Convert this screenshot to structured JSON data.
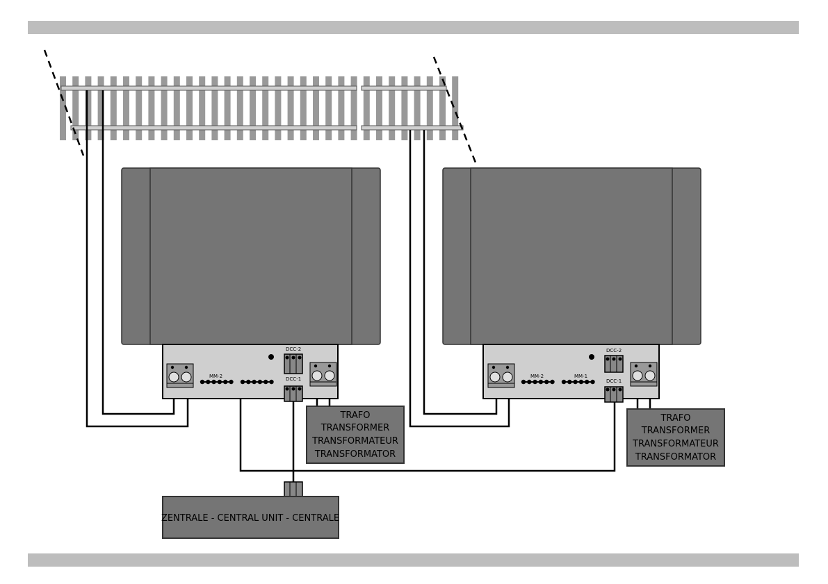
{
  "modules": [
    {
      "connector_labels": [
        "DCC-2",
        "DCC-1"
      ],
      "pin_labels": [
        "MM-2"
      ],
      "transformer_lines": [
        "TRAFO",
        "TRANSFORMER",
        "TRANSFORMATEUR",
        "TRANSFORMATOR"
      ]
    },
    {
      "connector_labels": [
        "DCC-2",
        "DCC-1"
      ],
      "pin_labels": [
        "MM-2",
        "MM-1"
      ],
      "transformer_lines": [
        "TRAFO",
        "TRANSFORMER",
        "TRANSFORMATEUR",
        "TRANSFORMATOR"
      ]
    }
  ],
  "central_unit": {
    "label": "ZENTRALE - CENTRAL UNIT - CENTRALE"
  },
  "colors": {
    "box_dark": "#757575",
    "box_border": "#333333",
    "board": "#cfcfcf",
    "rail": "#cfcfcf",
    "sleeper": "#999999",
    "bar": "#bdbdbd",
    "wire": "#000000"
  }
}
